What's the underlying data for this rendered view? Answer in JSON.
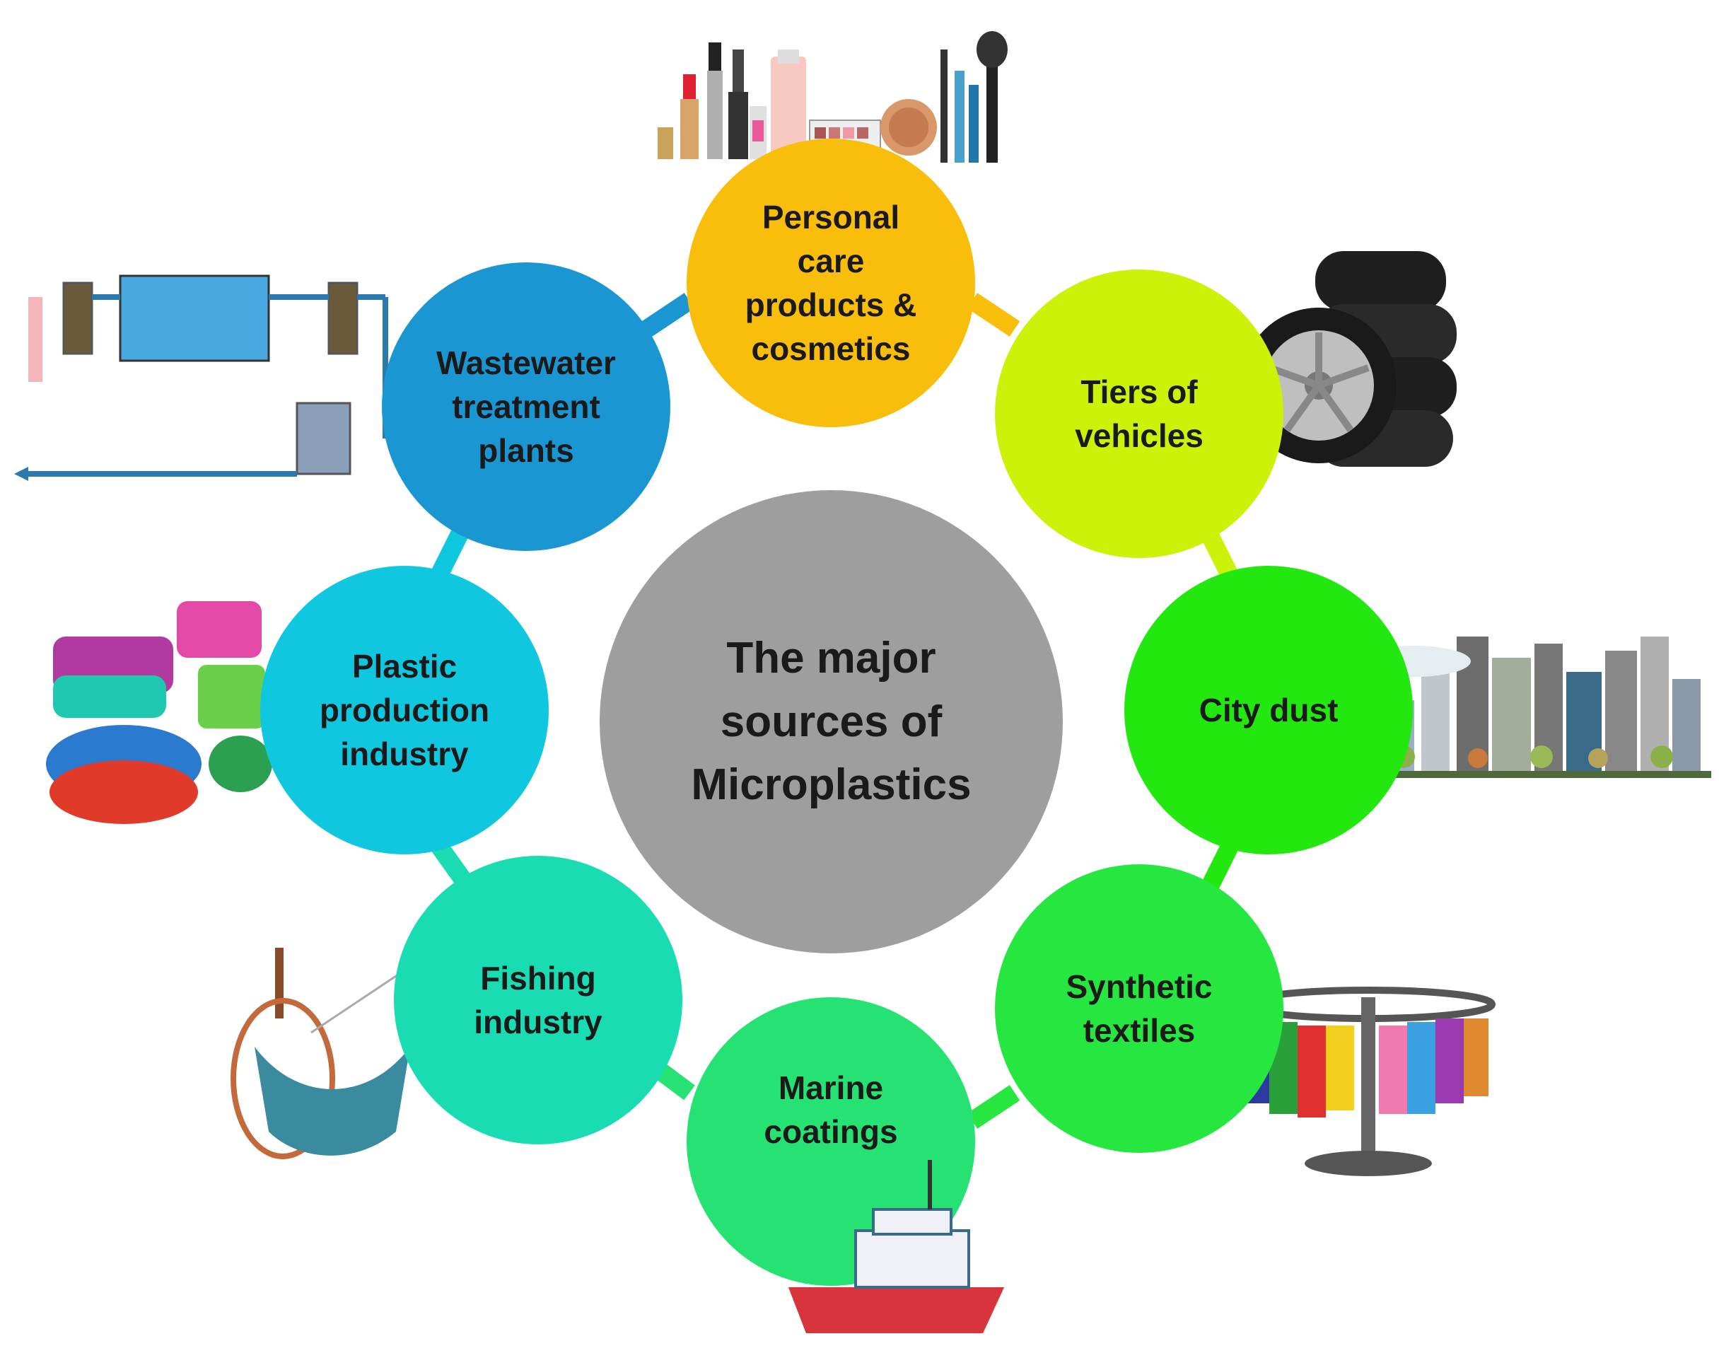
{
  "center": {
    "label": "The major\nsources of\nMicroplastics",
    "color": "#9e9e9e"
  },
  "nodes": [
    {
      "id": "personal-care",
      "label": "Personal\ncare\nproducts &\ncosmetics",
      "color": "#f9bd0b",
      "icon": "cosmetics-icon"
    },
    {
      "id": "tiers",
      "label": "Tiers of\nvehicles",
      "color": "#ccf20a",
      "icon": "tire-icon"
    },
    {
      "id": "city-dust",
      "label": "City dust",
      "color": "#22e80f",
      "icon": "city-skyline-icon"
    },
    {
      "id": "synthetic-textiles",
      "label": "Synthetic\ntextiles",
      "color": "#26e640",
      "icon": "clothes-rack-icon"
    },
    {
      "id": "marine-coatings",
      "label": "Marine\ncoatings",
      "color": "#25e272",
      "icon": "ship-icon"
    },
    {
      "id": "fishing",
      "label": "Fishing\nindustry",
      "color": "#19dcb3",
      "icon": "fishing-net-icon"
    },
    {
      "id": "plastic-production",
      "label": "Plastic\nproduction\nindustry",
      "color": "#0fc8df",
      "icon": "plastic-containers-icon"
    },
    {
      "id": "wastewater",
      "label": "Wastewater\ntreatment\nplants",
      "color": "#1a97d3",
      "icon": "wastewater-plant-icon"
    }
  ],
  "ring_color": "#c7c7c7"
}
